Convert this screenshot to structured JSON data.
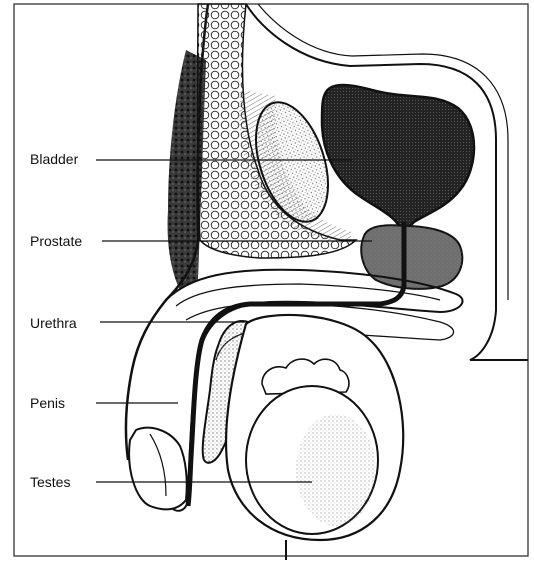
{
  "labels": {
    "bladder": "Bladder",
    "prostate": "Prostate",
    "urethra": "Urethra",
    "penis": "Penis",
    "testes": "Testes"
  },
  "colors": {
    "ink": "#111111",
    "bladder_fill": "#1a1a1a",
    "prostate_fill": "#6e6e6e",
    "stipple": "#9a9a9a",
    "paper": "#ffffff"
  }
}
